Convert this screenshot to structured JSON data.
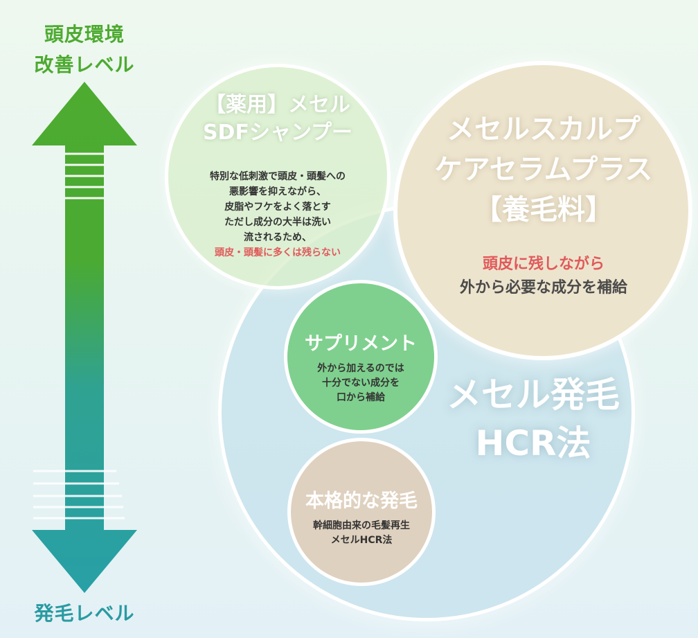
{
  "scale": {
    "top_label_line1": "頭皮環境",
    "top_label_line2": "改善レベル",
    "bottom_label": "発毛レベル"
  },
  "hcr": {
    "title_line1": "メセル発毛",
    "title_line2": "HCR法"
  },
  "shampoo": {
    "title_line1": "【薬用】メセル",
    "title_line2": "SDFシャンプー",
    "desc_line1": "特別な低刺激で頭皮・頭髪への",
    "desc_line2": "悪影響を抑えながら、",
    "desc_line3": "皮脂やフケをよく落とす",
    "desc_line4": "ただし成分の大半は洗い",
    "desc_line5": "流されるため、",
    "desc_accent": "頭皮・頭髪に多くは残らない"
  },
  "serum": {
    "title_line1": "メセルスカルプ",
    "title_line2": "ケアセラムプラス",
    "title_line3": "【養毛料】",
    "accent": "頭皮に残しながら",
    "desc": "外から必要な成分を補給"
  },
  "supplement": {
    "title": "サプリメント",
    "desc_line1": "外から加えるのでは",
    "desc_line2": "十分でない成分を",
    "desc_line3": "口から補給"
  },
  "honkaku": {
    "title": "本格的な発毛",
    "desc_line1": "幹細胞由来の毛髪再生",
    "desc_line2": "メセルHCR法"
  },
  "colors": {
    "green": "#4daa30",
    "teal": "#2a9aa2",
    "accent_red": "#e05a5a"
  }
}
